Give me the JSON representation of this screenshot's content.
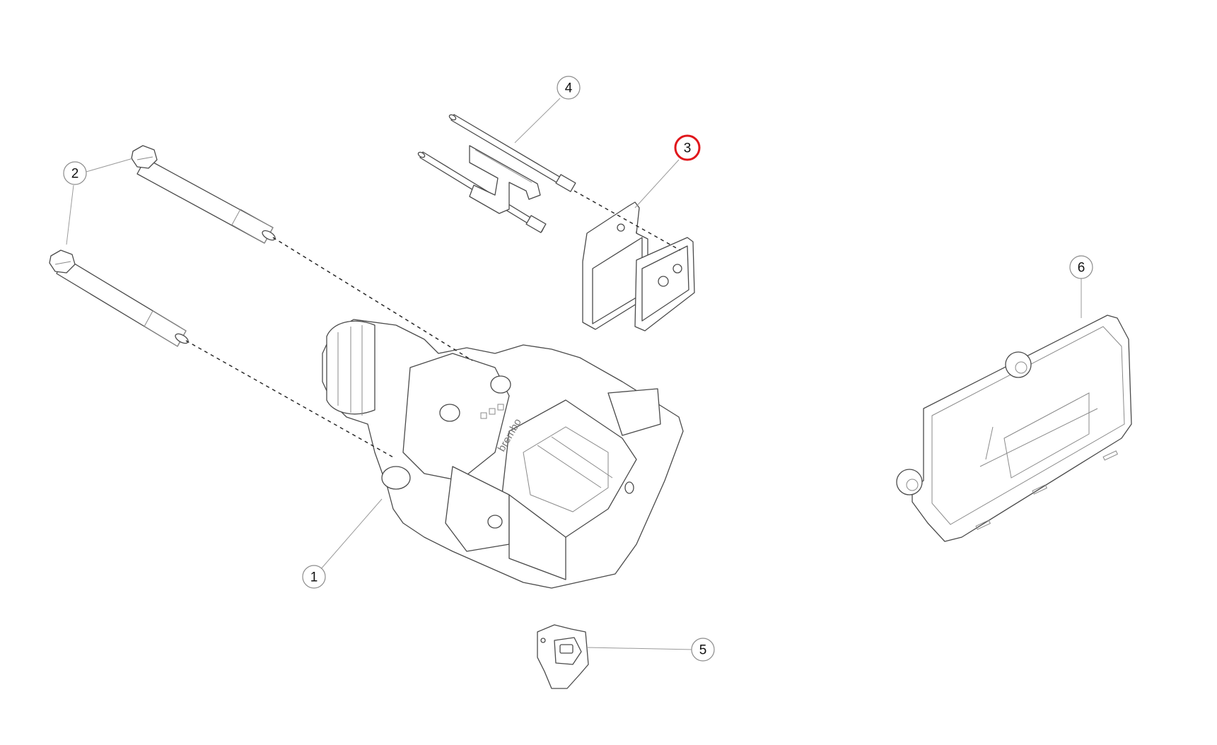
{
  "callouts": [
    {
      "id": "1",
      "label": "1"
    },
    {
      "id": "2",
      "label": "2"
    },
    {
      "id": "3",
      "label": "3",
      "highlighted": true
    },
    {
      "id": "4",
      "label": "4"
    },
    {
      "id": "5",
      "label": "5"
    },
    {
      "id": "6",
      "label": "6"
    }
  ],
  "caliper_brand": "brembo",
  "colors": {
    "line": "#4a4a4a",
    "leader": "#9a9a9a",
    "highlight": "#e0161b",
    "background": "#ffffff"
  }
}
